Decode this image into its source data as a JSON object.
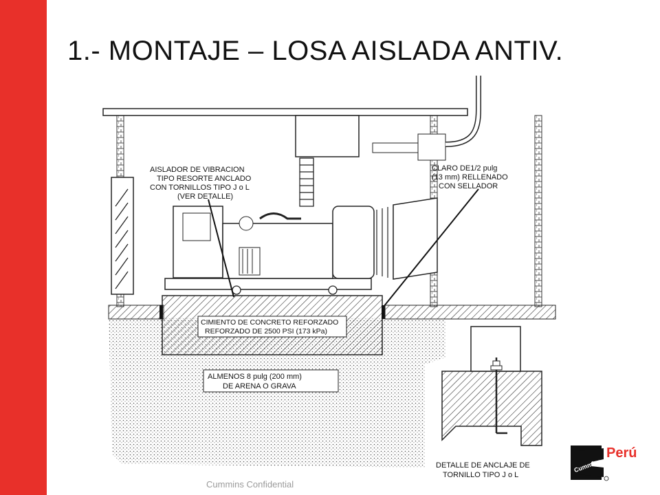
{
  "slide": {
    "title": "1.- MONTAJE – LOSA AISLADA ANTIV.",
    "footer": "Cummins Confidential"
  },
  "brand": {
    "logo_text": "Cummins",
    "country": "Perú",
    "accent": "#e8302a"
  },
  "diagram": {
    "label_isolator": [
      "AISLADOR DE VIBRACION",
      "TIPO RESORTE ANCLADO",
      "CON TORNILLOS TIPO  J o L",
      "(VER DETALLE)"
    ],
    "label_gap": [
      "CLARO DE1/2 pulg",
      "(13 mm) RELLENADO",
      "CON SELLADOR"
    ],
    "label_concrete": [
      "CIMIENTO DE CONCRETO REFORZADO",
      "REFORZADO DE 2500 PSI (173 kPa)"
    ],
    "label_sand": [
      "ALMENOS 8 pulg (200 mm)",
      "DE ARENA O GRAVA"
    ],
    "label_detail": [
      "DETALLE DE ANCLAJE DE",
      "TORNILLO TIPO J o L"
    ]
  }
}
